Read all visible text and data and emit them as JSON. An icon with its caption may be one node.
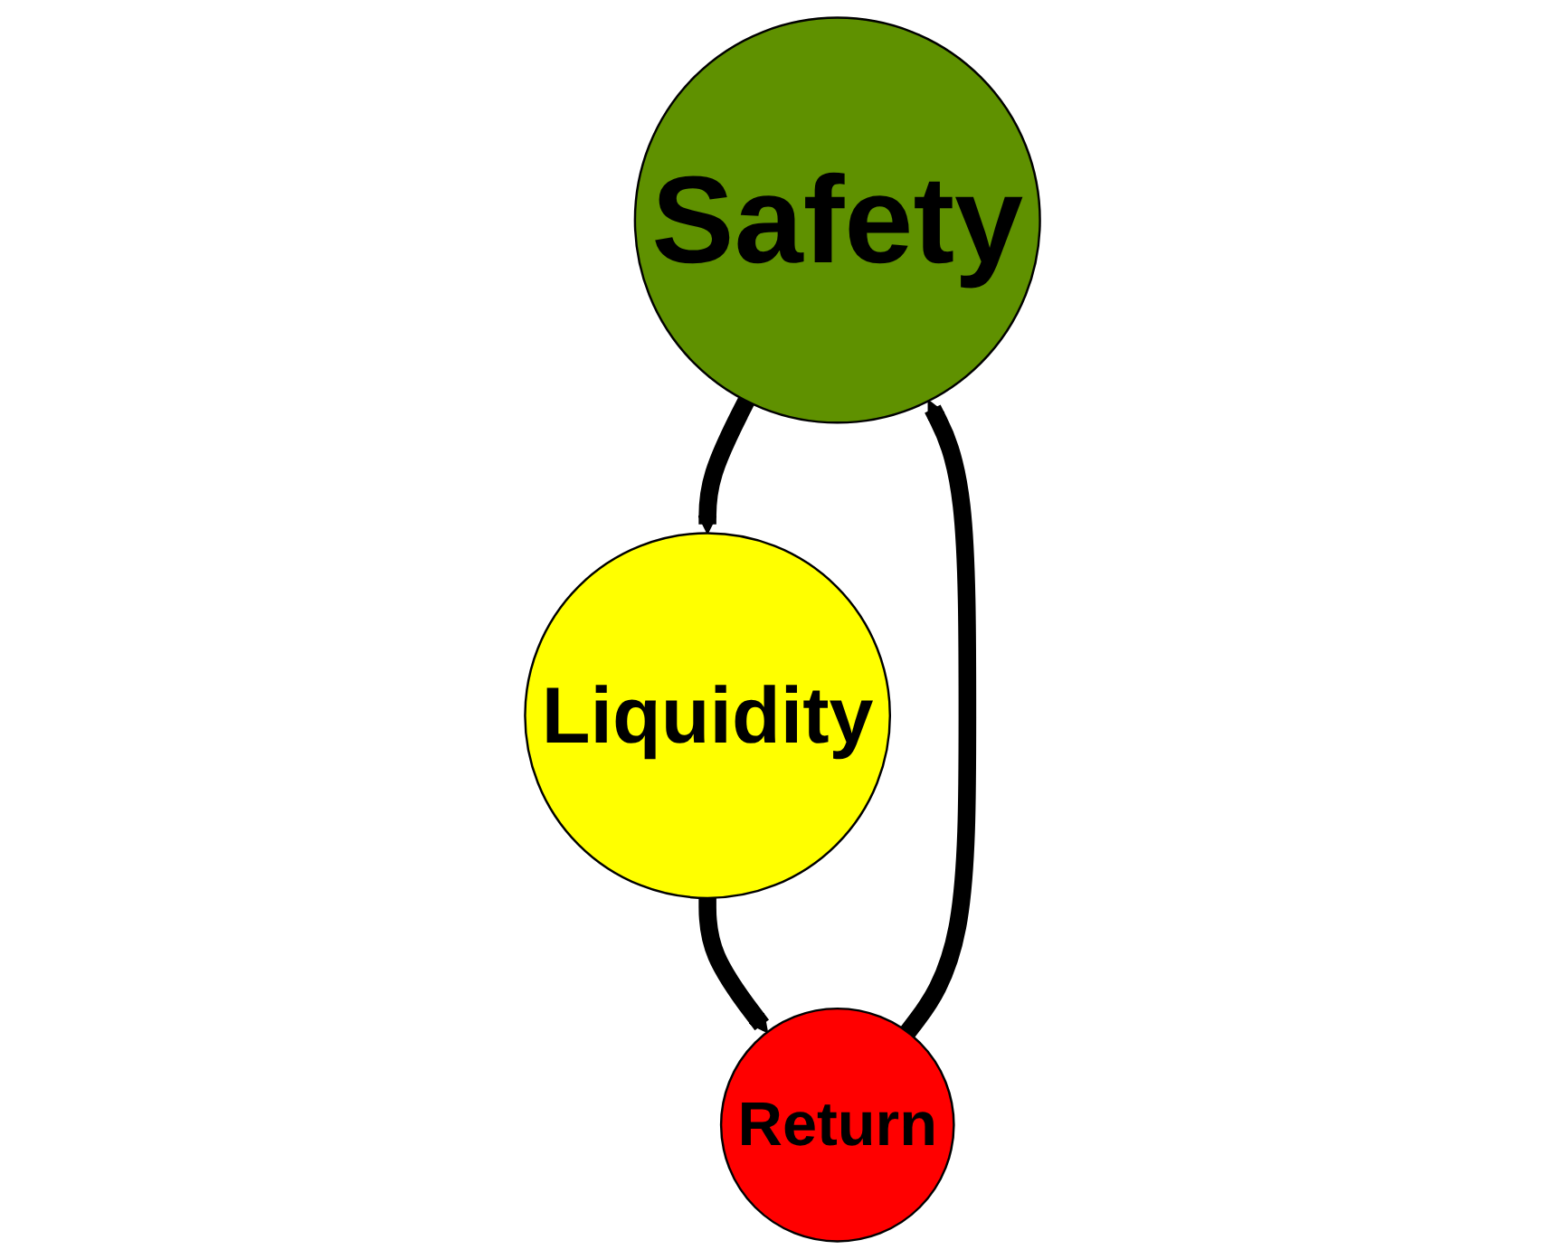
{
  "diagram": {
    "nodes": [
      {
        "text": [
          "Safety"
        ]
      },
      {
        "text": [
          "Liquidity"
        ]
      },
      {
        "text": [
          "Return"
        ]
      }
    ],
    "edges": [
      {
        "from": 0,
        "to": 1,
        "arrow": "to"
      },
      {
        "from": 1,
        "to": 2,
        "arrow": "to"
      },
      {
        "from": 2,
        "to": 0,
        "arrow": "to"
      }
    ]
  }
}
